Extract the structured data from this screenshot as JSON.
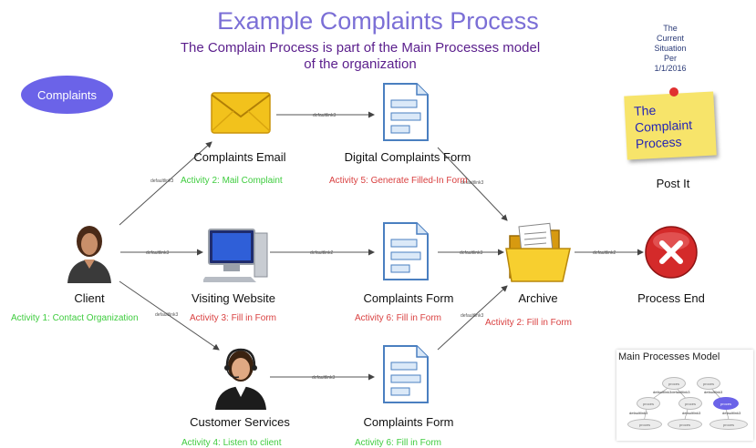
{
  "title": "Example Complaints Process",
  "subtitle": "The Complain Process is part of the Main Processes model\nof the organization",
  "situation_note": "The\nCurrent\nSituation\nPer\n1/1/2016",
  "complaints_pill": "Complaints",
  "postit": {
    "text": "The\nComplaint\nProcess",
    "label": "Post It"
  },
  "nodes": {
    "complaints_email": {
      "label": "Complaints Email",
      "activity": "Activity 2: Mail Complaint"
    },
    "digital_form": {
      "label": "Digital Complaints Form",
      "activity": "Activity 5: Generate Filled-In Form"
    },
    "client": {
      "label": "Client",
      "activity": "Activity 1: Contact Organization"
    },
    "visiting_website": {
      "label": "Visiting Website",
      "activity": "Activity 3: Fill in Form"
    },
    "complaints_form_mid": {
      "label": "Complaints Form",
      "activity": "Activity 6: Fill in Form"
    },
    "archive": {
      "label": "Archive",
      "activity": "Activity 2: Fill in Form"
    },
    "process_end": {
      "label": "Process End"
    },
    "customer_services": {
      "label": "Customer Services",
      "activity": "Activity 4: Listen to client"
    },
    "complaints_form_bottom": {
      "label": "Complaints Form",
      "activity": "Activity 6: Fill in Form"
    }
  },
  "edge_label": "defaultlink3",
  "edge_label_short": "defaultlink2",
  "main_processes": {
    "title": "Main Processes Model",
    "node_label": "proces",
    "link_label": "defaultlink3",
    "link_label_long": "defaultlink3defaultlink3",
    "selected_node": "proces"
  },
  "colors": {
    "accent": "#6b63e8",
    "activity_green": "#3fcc3f",
    "activity_red": "#d94040",
    "postit": "#f7e46a"
  }
}
